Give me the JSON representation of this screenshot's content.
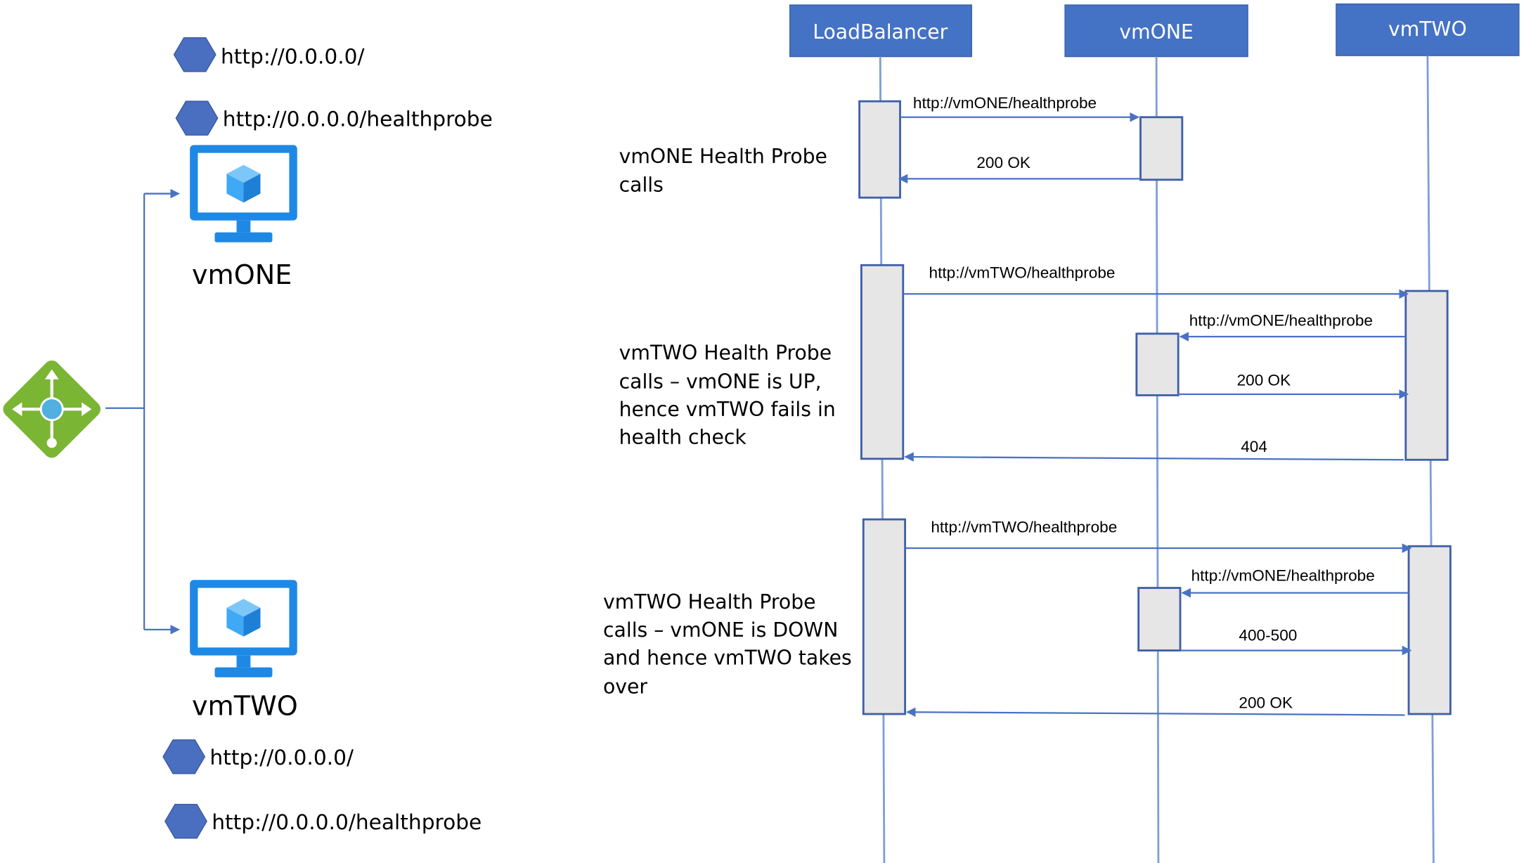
{
  "participants": [
    {
      "id": "lb",
      "label": "LoadBalancer"
    },
    {
      "id": "vm1",
      "label": "vmONE"
    },
    {
      "id": "vm2",
      "label": "vmTWO"
    }
  ],
  "messages": {
    "m1": "http://vmONE/healthprobe",
    "m2": "200 OK",
    "m3": "http://vmTWO/healthprobe",
    "m4": "http://vmONE/healthprobe",
    "m5": "200 OK",
    "m6": "404",
    "m7": "http://vmTWO/healthprobe",
    "m8": "http://vmONE/healthprobe",
    "m9": "400-500",
    "m10": "200 OK"
  },
  "scenarios": {
    "s1": [
      "vmONE Health Probe",
      "calls"
    ],
    "s2": [
      "vmTWO Health Probe",
      "calls – vmONE is UP,",
      "hence vmTWO fails in",
      "health check"
    ],
    "s3": [
      "vmTWO Health Probe",
      "calls – vmONE is DOWN",
      "and hence vmTWO takes",
      "over"
    ]
  },
  "left_panel": {
    "vm_one": {
      "name": "vmONE",
      "endpoints": [
        "http://0.0.0.0/",
        "http://0.0.0.0/healthprobe"
      ]
    },
    "vm_two": {
      "name": "vmTWO",
      "endpoints": [
        "http://0.0.0.0/",
        "http://0.0.0.0/healthprobe"
      ]
    }
  },
  "colors": {
    "header_fill": "#4472c4",
    "arrow": "#4a72c4",
    "activation_fill": "#e6e6e6",
    "endpoint_hexagon": "#4a6fc0",
    "vm_icon": "#1e88e5",
    "vm_cube": "#3fa9f5",
    "gateway_green": "#7bb534",
    "gateway_center": "#50b0e0"
  },
  "icons": {
    "vm": "virtual-machine-icon",
    "gateway": "load-balancer-gateway-icon",
    "endpoint": "hexagon-endpoint-icon"
  }
}
